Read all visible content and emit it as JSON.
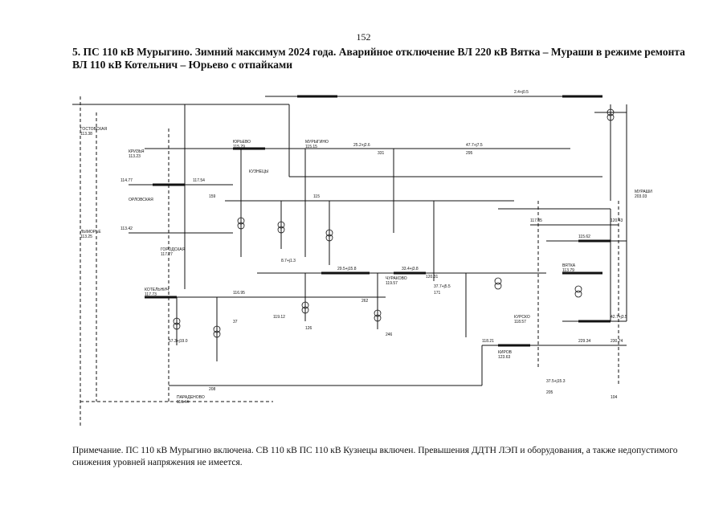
{
  "page": {
    "number": "152",
    "title": "5. ПС 110 кВ Мурыгино. Зимний максимум 2024 года. Аварийное отключение ВЛ 220 кВ Вятка – Мураши в режиме ремонта ВЛ 110 кВ Котельнич – Юрьево с отпайками",
    "note": "Примечание. ПС 110 кВ Мурыгино включена. СВ 110 кВ ПС 110 кВ Кузнецы включен. Превышения ДДТН ЛЭП и оборудования, а также недопустимого снижения уровней напряжения не имеется."
  },
  "diagram": {
    "substations": [
      {
        "name": "ГОСТОВСКАЯ",
        "voltage": "113.38"
      },
      {
        "name": "КРИЗЬЯ",
        "voltage": "113.23"
      },
      {
        "name": "ОРЛОВСКАЯ",
        "voltage": ""
      },
      {
        "name": "КОТЕЛЬНИЧ",
        "voltage": "117.73"
      },
      {
        "name": "ЮРЬЕВО",
        "voltage": "115.29"
      },
      {
        "name": "КУЗНЕЦЫ",
        "voltage": ""
      },
      {
        "name": "МУРЫГИНО",
        "voltage": "115.15"
      },
      {
        "name": "ЧУРАКОВО",
        "voltage": "119.57"
      },
      {
        "name": "ГОРОДСКАЯ",
        "voltage": "117.27"
      },
      {
        "name": "ПАРАДЕНОВО",
        "voltage": "116.44"
      },
      {
        "name": "ВЯТКА",
        "voltage": "113.79"
      },
      {
        "name": "МУРАШИ",
        "voltage": "203.03"
      },
      {
        "name": "КИРОВ",
        "voltage": "123.63"
      },
      {
        "name": "ЛЫМОРЬЕ",
        "voltage": "113.25"
      },
      {
        "name": "КУРСКО",
        "voltage": "118.57"
      }
    ],
    "flows": [
      {
        "label": "25.2+j2.6"
      },
      {
        "label": "47.7+j7.5"
      },
      {
        "label": "29.5+j15.8"
      },
      {
        "label": "33.4+j3.8"
      },
      {
        "label": "37.7+j5.5"
      },
      {
        "label": "57.3+j19.0"
      },
      {
        "label": "8.7+j1.3"
      },
      {
        "label": "37.5+j15.3"
      },
      {
        "label": "42.7+j3.5"
      },
      {
        "label": "2.4+j0.5"
      }
    ],
    "voltages": [
      "114.77",
      "113.42",
      "117.54",
      "116.95",
      "119.12",
      "120.31",
      "118.21",
      "115.62",
      "120.43",
      "117.35",
      "230.74",
      "229.34"
    ],
    "line_ids": [
      "331",
      "295",
      "159",
      "115",
      "262",
      "171",
      "37",
      "126",
      "246",
      "208",
      "205",
      "104"
    ]
  },
  "colors": {
    "line": "#111111",
    "background": "#ffffff",
    "text": "#111111"
  }
}
